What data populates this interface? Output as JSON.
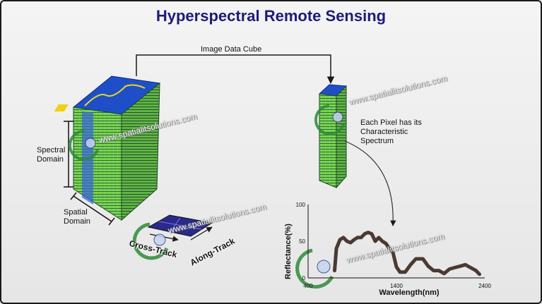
{
  "title": "Hyperspectral Remote Sensing",
  "labels": {
    "image_data_cube": "Image Data Cube",
    "spectral_domain_1": "Spectral",
    "spectral_domain_2": "Domain",
    "spatial_domain_1": "Spatial",
    "spatial_domain_2": "Domain",
    "pixel_1": "Each Pixel has its",
    "pixel_2": "Characteristic",
    "pixel_3": "Spectrum",
    "cross_track": "Cross-Track",
    "along_track": "Along-Track"
  },
  "watermark": "www.spatialitsolutions.com",
  "colors": {
    "title": "#1c1c7a",
    "cube_top": "#1f4fc8",
    "cube_layers": "#6fd04a",
    "spectrum_curve": "#4a3a32",
    "logo_green": "#2e8b3a"
  },
  "chart_data": {
    "type": "line",
    "xlabel": "Wavelength(nm)",
    "ylabel": "Reflectance(%)",
    "xlim": [
      400,
      2400
    ],
    "ylim": [
      0,
      100
    ],
    "xticks": [
      "400",
      "1400",
      "2400"
    ],
    "yticks": [
      "0",
      "50",
      "100"
    ],
    "series": [
      {
        "x": [
          700,
          720,
          760,
          800,
          840,
          880,
          920,
          960,
          1000,
          1040,
          1080,
          1120,
          1160,
          1200,
          1240,
          1280,
          1320,
          1360,
          1400,
          1440,
          1500,
          1560,
          1620,
          1700,
          1760,
          1820,
          1880,
          1940,
          2000,
          2060,
          2120,
          2180,
          2240,
          2300,
          2340
        ],
        "y": [
          10,
          40,
          52,
          55,
          50,
          48,
          52,
          55,
          55,
          60,
          62,
          60,
          50,
          55,
          50,
          47,
          40,
          35,
          15,
          8,
          8,
          18,
          26,
          26,
          16,
          10,
          10,
          6,
          12,
          14,
          16,
          18,
          14,
          10,
          5
        ]
      }
    ]
  }
}
